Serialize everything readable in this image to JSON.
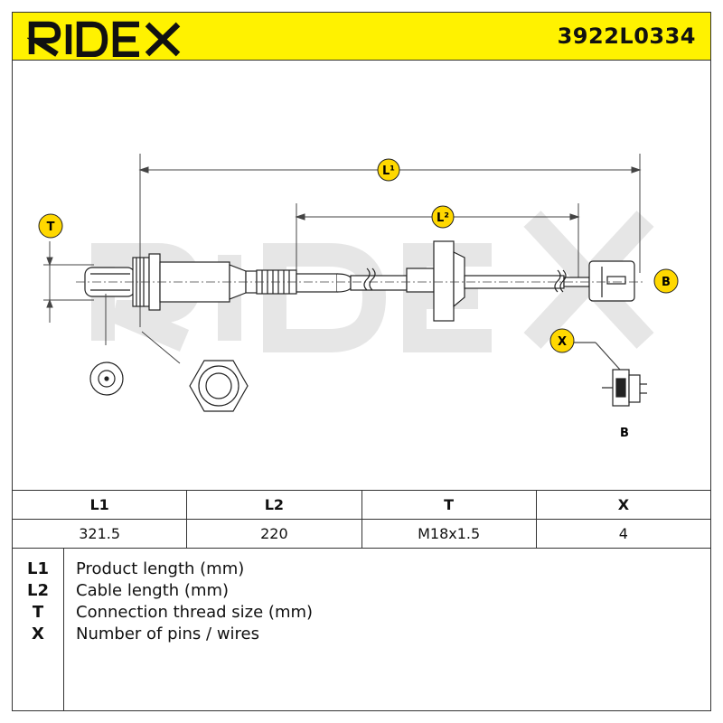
{
  "header": {
    "brand": "RIDEX",
    "part_number": "3922L0334"
  },
  "diagram": {
    "watermark": "RIDEX",
    "callouts": {
      "L1": "L¹",
      "L2": "L²",
      "T": "T",
      "B": "B",
      "X": "X"
    },
    "detail_label": "B"
  },
  "spec_table": {
    "headers": [
      "L1",
      "L2",
      "T",
      "X"
    ],
    "values": [
      "321.5",
      "220",
      "M18x1.5",
      "4"
    ]
  },
  "legend": [
    {
      "key": "L1",
      "text": "Product length (mm)"
    },
    {
      "key": "L2",
      "text": "Cable length (mm)"
    },
    {
      "key": "T",
      "text": "Connection thread size (mm)"
    },
    {
      "key": "X",
      "text": "Number of pins / wires"
    }
  ],
  "colors": {
    "header_bg": "#fff200",
    "callout_bg": "#ffd800",
    "watermark": "#e6e6e6"
  }
}
